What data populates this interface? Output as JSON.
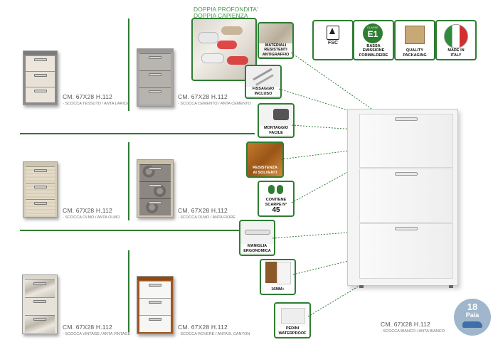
{
  "products": [
    {
      "dims": "CM. 67X28 H.112",
      "finish": "- SCOCCA TESSUTO / ANTA LARICE"
    },
    {
      "dims": "CM. 67X28 H.112",
      "finish": "- SCOCCA CEMENTO / ANTA CEMENTO"
    },
    {
      "dims": "CM. 67X28 H.112",
      "finish": "- SCOCCA OLMO / ANTA OLMO"
    },
    {
      "dims": "CM. 67X28 H.112",
      "finish": "- SCOCCA OLMO / ANTA FIORE"
    },
    {
      "dims": "CM. 67X28 H.112",
      "finish": "- SCOCCA VINTAGE / ANTA VINTAGE"
    },
    {
      "dims": "CM. 67X28 H.112",
      "finish": "- SCOCCA ROVERE / ANTA B. CANYON"
    },
    {
      "dims": "CM. 67X28 H.112",
      "finish": "- SCOCCA BIANCO / ANTA BIANCO"
    }
  ],
  "header": {
    "line1": "DOPPIA PROFONDITA'",
    "line2": "DOPPIA CAPIENZA"
  },
  "features": [
    {
      "label1": "MATERIALI",
      "label2": "RESISTENTI",
      "label3": "ANTIGRAFFIO"
    },
    {
      "label1": "FISSAGGIO",
      "label2": "INCLUSO"
    },
    {
      "label1": "MONTAGGIO",
      "label2": "FACILE"
    },
    {
      "label1": "RESISTENZA",
      "label2": "AI SOLVENTI"
    },
    {
      "label1": "CONTIENE",
      "label2": "SCARPE N°",
      "number": "45"
    },
    {
      "label1": "MANIGLIA",
      "label2": "ERGONOMICA"
    },
    {
      "label1": "16MM+"
    },
    {
      "label1": "PEDINI",
      "label2": "WATERPROOF"
    }
  ],
  "certs": [
    {
      "label1": "FSC"
    },
    {
      "label1": "BASSA",
      "label2": "EMISSIONE",
      "label3": "FORMALDEIDE",
      "badge_top": "CLASSE",
      "badge_main": "E1"
    },
    {
      "label1": "QUALITY",
      "label2": "PACKAGING"
    },
    {
      "label1": "MADE IN",
      "label2": "ITALY"
    }
  ],
  "badge": {
    "number": "18",
    "unit": "Paia"
  },
  "colors": {
    "accent": "#2e7d32",
    "badge": "#9fb6cc"
  }
}
